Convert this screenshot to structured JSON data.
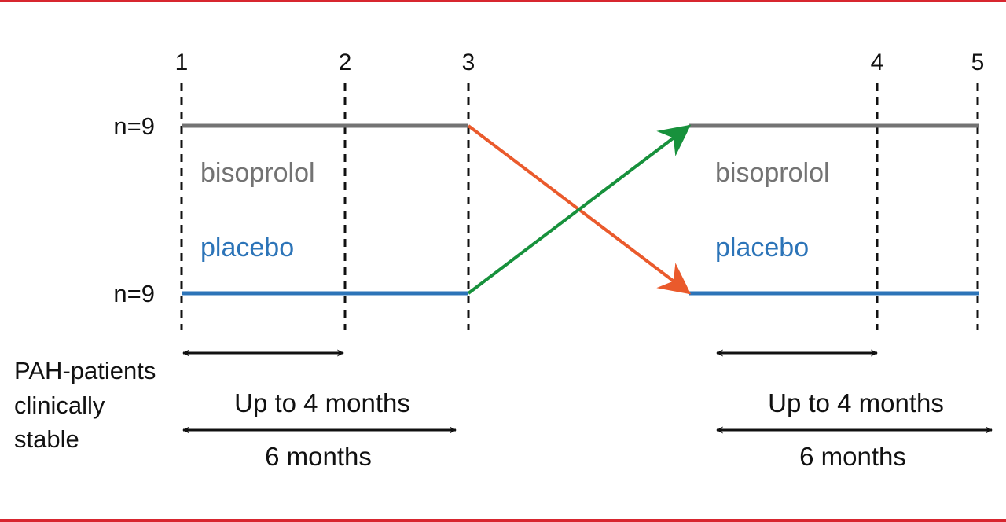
{
  "colors": {
    "frame": "#d7262f",
    "bisoprolol": "#737373",
    "placebo": "#2c74b8",
    "switch_to_placebo": "#ea5a2c",
    "switch_to_bisoprolol": "#17913c",
    "timepoint_line": "#111111",
    "text": "#111111"
  },
  "timepoints": [
    "1",
    "2",
    "3",
    "4",
    "5"
  ],
  "groups": {
    "top_n": "n=9",
    "bottom_n": "n=9"
  },
  "period1": {
    "top_arm": "bisoprolol",
    "bottom_arm": "placebo",
    "short_duration": "Up to 4 months",
    "long_duration": "6 months"
  },
  "period2": {
    "top_arm": "bisoprolol",
    "bottom_arm": "placebo",
    "short_duration": "Up to 4 months",
    "long_duration": "6 months"
  },
  "population": [
    "PAH-patients",
    "clinically",
    "stable"
  ]
}
